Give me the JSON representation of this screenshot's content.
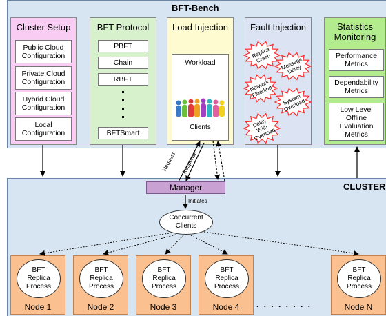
{
  "bench": {
    "title": "BFT-Bench",
    "columns": {
      "cluster_setup": {
        "title": "Cluster Setup",
        "items": [
          "Public Cloud Configuration",
          "Private Cloud Configuration",
          "Hybrid Cloud Configuration",
          "Local Configuration"
        ]
      },
      "bft_protocol": {
        "title": "BFT Protocol",
        "items": [
          "PBFT",
          "Chain",
          "RBFT",
          "BFTSmart"
        ]
      },
      "load_injection": {
        "title": "Load Injection",
        "workload": "Workload",
        "clients": "Clients"
      },
      "fault_injection": {
        "title": "Fault Injection",
        "faults": [
          {
            "line1": "Replica",
            "line2": "Crash",
            "line3": ""
          },
          {
            "line1": "Message",
            "line2": "Delay",
            "line3": ""
          },
          {
            "line1": "Network",
            "line2": "Flooding",
            "line3": ""
          },
          {
            "line1": "System",
            "line2": "Overload",
            "line3": ""
          },
          {
            "line1": "Delay",
            "line2": "With",
            "line3": "Overload"
          }
        ]
      },
      "statistics": {
        "title_line1": "Statistics",
        "title_line2": "Monitoring",
        "items": [
          "Performance Metrics",
          "Dependability Metrics",
          "Low Level Offline Evaluation Metrics"
        ]
      }
    }
  },
  "links": {
    "request": "Request",
    "response": "Response",
    "initiates": "Initiates"
  },
  "cluster": {
    "title": "CLUSTER",
    "manager": "Manager",
    "concurrent_clients_line1": "Concurrent",
    "concurrent_clients_line2": "Clients",
    "replica_line1": "BFT",
    "replica_line2": "Replica",
    "replica_line3": "Process",
    "nodes": [
      "Node 1",
      "Node 2",
      "Node 3",
      "Node 4",
      "Node N"
    ],
    "ellipsis": ". . . . . . . ."
  },
  "colors": {
    "cluster_setup": "#f9ccf4",
    "bft_protocol": "#d7f1cc",
    "load_injection": "#fdfbcf",
    "fault_injection": "#dce3f3",
    "statistics": "#b3eb8f",
    "manager": "#c9a1d3",
    "node": "#fac090",
    "starburst": "#ff2a2a"
  }
}
